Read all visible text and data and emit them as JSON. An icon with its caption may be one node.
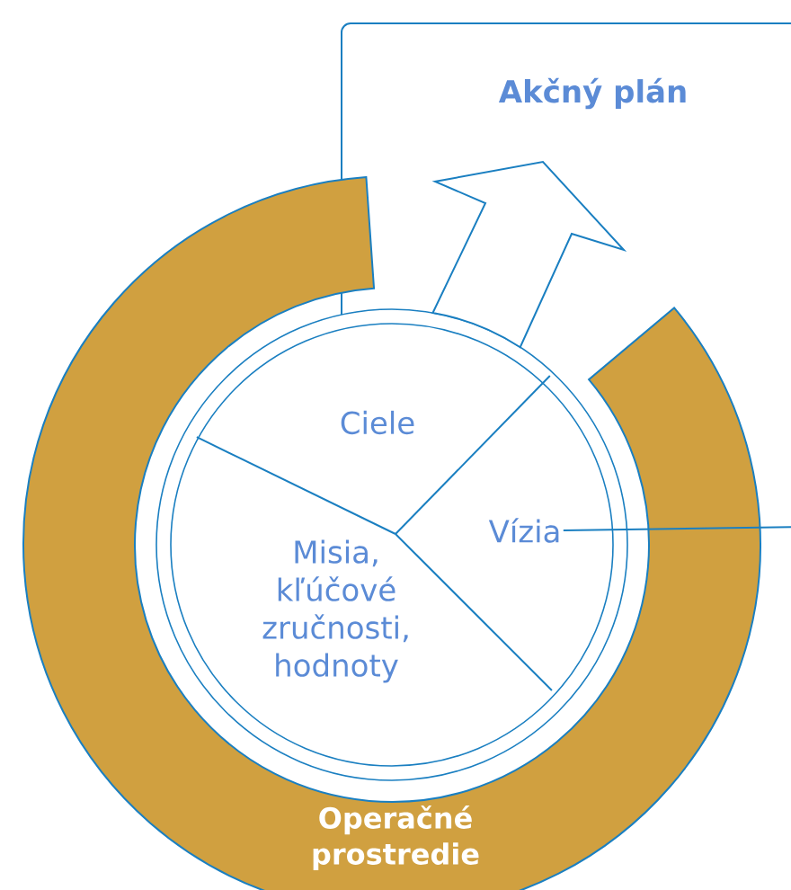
{
  "diagram": {
    "nodes": [
      {
        "text": [
          "Akčný plán"
        ]
      },
      {
        "text": [
          "Operačné prostredie"
        ]
      },
      {
        "text": [
          "Ciele"
        ]
      },
      {
        "text": [
          "Vízia"
        ]
      },
      {
        "text": [
          "Misia, kľúčové zručnosti, hodnoty"
        ]
      }
    ],
    "edges": [
      {
        "from": 2,
        "to": 0,
        "arrow": "to"
      },
      {
        "from": 3,
        "to": null,
        "arrow": "none"
      }
    ]
  }
}
